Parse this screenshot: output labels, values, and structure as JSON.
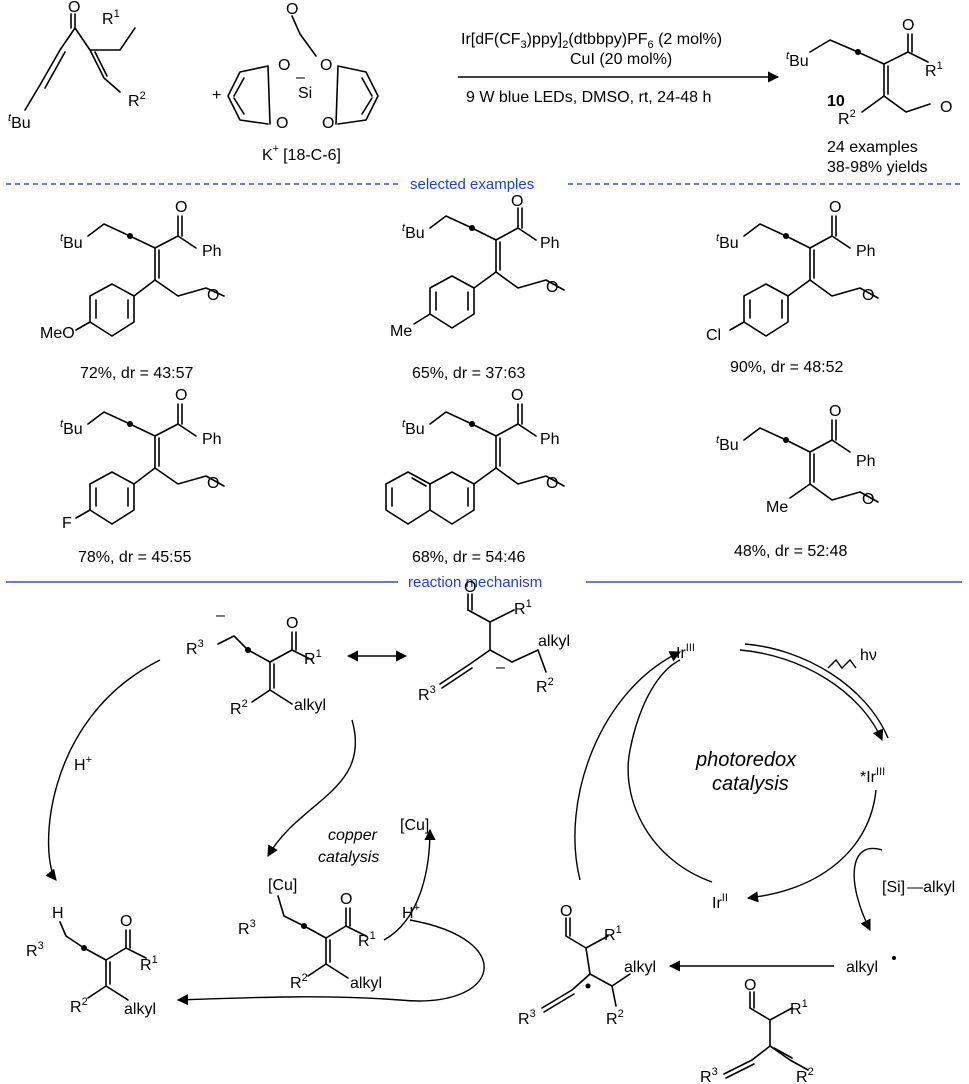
{
  "reaction": {
    "plus": "+",
    "catalyst_line1_pre": "Ir[dF(CF",
    "catalyst_line1_sub1": "3",
    "catalyst_line1_mid": ")ppy]",
    "catalyst_line1_sub2": "2",
    "catalyst_line1_post": "(dtbbpy)PF",
    "catalyst_line1_sub3": "6",
    "catalyst_line1_end": " (2 mol%)",
    "catalyst_line2": "CuI (20 mol%)",
    "conditions": "9 W blue LEDs, DMSO, rt, 24-48 h",
    "product_number": "10",
    "examples": "24 examples",
    "yields": "38-98% yields",
    "silicate_counterion": "K",
    "silicate_counterion_sup": "+",
    "crown": "[18-C-6]",
    "silicate_charge": "–"
  },
  "atoms": {
    "tBu_sup": "t",
    "tBu": "Bu",
    "O": "O",
    "Si": "Si",
    "R1": "R",
    "R2": "R",
    "R3": "R",
    "sup1": "1",
    "sup2": "2",
    "sup3": "3",
    "Ph": "Ph",
    "MeO": "MeO",
    "Me": "Me",
    "Cl": "Cl",
    "F": "F",
    "H": "H",
    "alkyl": "alkyl",
    "Cu": "[Cu]",
    "Si_alkyl": "[Si]",
    "Hplus": "H",
    "plus_sup": "+",
    "hv": "hν",
    "anion": "–"
  },
  "sections": {
    "selected": "selected examples",
    "mechanism": "reaction mechanism"
  },
  "examples": [
    {
      "label": "72%, dr = 43:57"
    },
    {
      "label": "65%, dr = 37:63"
    },
    {
      "label": "90%, dr = 48:52"
    },
    {
      "label": "78%, dr = 45:55"
    },
    {
      "label": "68%, dr = 54:46"
    },
    {
      "label": "48%, dr = 52:48"
    }
  ],
  "mechanism": {
    "photoredox_1": "photoredox",
    "photoredox_2": "catalysis",
    "copper_1": "copper",
    "copper_2": "catalysis",
    "Ir": "Ir",
    "Ir_III": "III",
    "Ir_II": "II",
    "Ir_excited_star": "*"
  },
  "colors": {
    "section_rule": "#3a4fd0",
    "section_text": "#1c3fd6",
    "ink": "#000000"
  }
}
